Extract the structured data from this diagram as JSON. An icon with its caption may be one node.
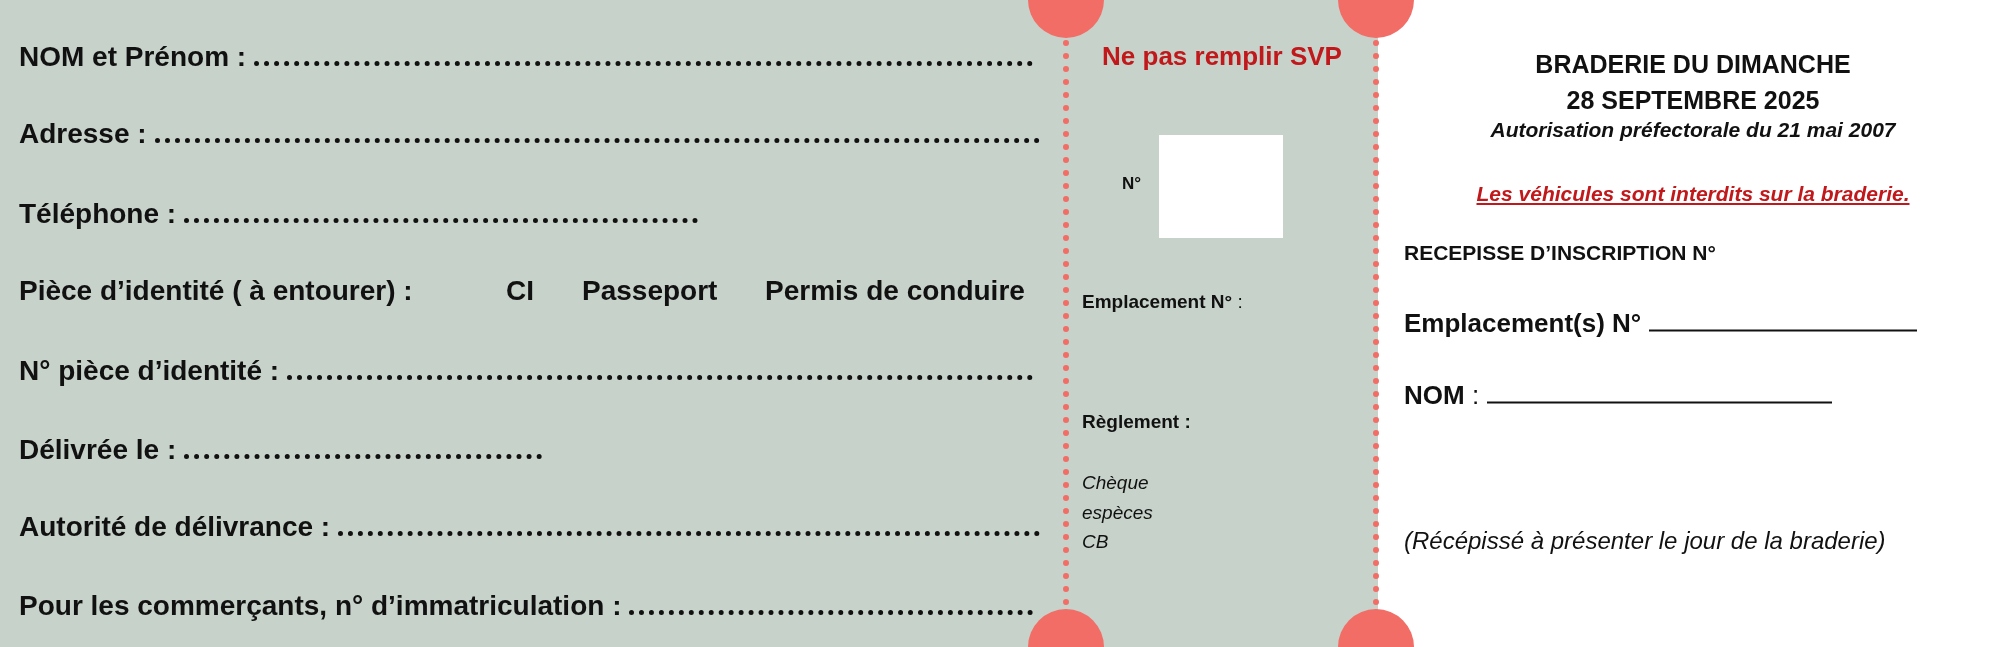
{
  "diagram": {
    "title": "BRADERIE DU DIMANCHE 28 SEPTEMBRE 2025",
    "labels": [
      "NOM et Prénom :",
      "Adresse :",
      "Téléphone :",
      "Pièce d’identité ( à entourer) :",
      "CI",
      "Passeport",
      "Permis de conduire",
      "N° pièce d’identité :",
      "Délivrée le :",
      "Autorité de délivrance :",
      "Pour les commerçants, n° d’immatriculation :",
      "Ne pas remplir SVP",
      "N°",
      "**Emplacement N°** :",
      "Règlement :",
      "Chèque",
      "espèces",
      "CB",
      "Autorisation préfectorale du 21 mai 2007",
      "Les véhicules sont interdits sur la braderie.",
      "RECEPISSE D’INSCRIPTION N°",
      "Emplacement(s) N°",
      "**NOM** :",
      "(Récépissé à présenter le jour de la braderie)"
    ]
  }
}
